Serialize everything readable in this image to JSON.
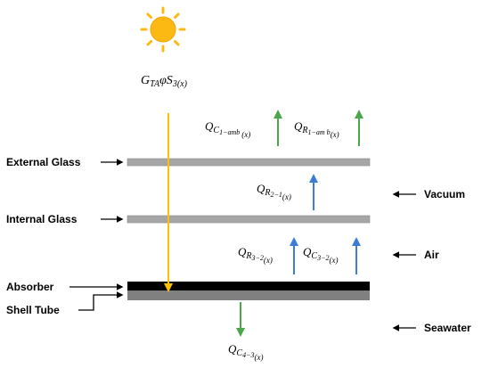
{
  "colors": {
    "glass": "#a6a6a6",
    "absorber": "#000000",
    "shell": "#808080",
    "solar_arrow": "#ffc000",
    "loss_arrow": "#4ca64c",
    "internal_arrow": "#3b7dd8",
    "sun": "#fdb913"
  },
  "icons": {
    "sun": "sun-icon"
  },
  "irradiance": {
    "main": "G",
    "sub1": "TA",
    "mid": "φS",
    "sub2": "3(x)"
  },
  "q_c1_amb": {
    "main": "Q",
    "sub": "C",
    "subsub": "1−amb",
    "tail": "(x)"
  },
  "q_r1_amb": {
    "main": "Q",
    "sub": "R",
    "subsub": "1−am b",
    "tail": "(x)"
  },
  "q_r2_1": {
    "main": "Q",
    "sub": "R",
    "subsub": "2−1",
    "tail": "(x)"
  },
  "q_r3_2": {
    "main": "Q",
    "sub": "R",
    "subsub": "3−2",
    "tail": "(x)"
  },
  "q_c3_2": {
    "main": "Q",
    "sub": "C",
    "subsub": "3−2",
    "tail": "(x)"
  },
  "q_c4_3": {
    "main": "Q",
    "sub": "C",
    "subsub": "4−3",
    "tail": "(x)"
  },
  "left_labels": {
    "external_glass": "External Glass",
    "internal_glass": "Internal Glass",
    "absorber": "Absorber",
    "shell_tube": "Shell Tube"
  },
  "right_labels": {
    "vacuum": "Vacuum",
    "air": "Air",
    "seawater": "Seawater"
  }
}
